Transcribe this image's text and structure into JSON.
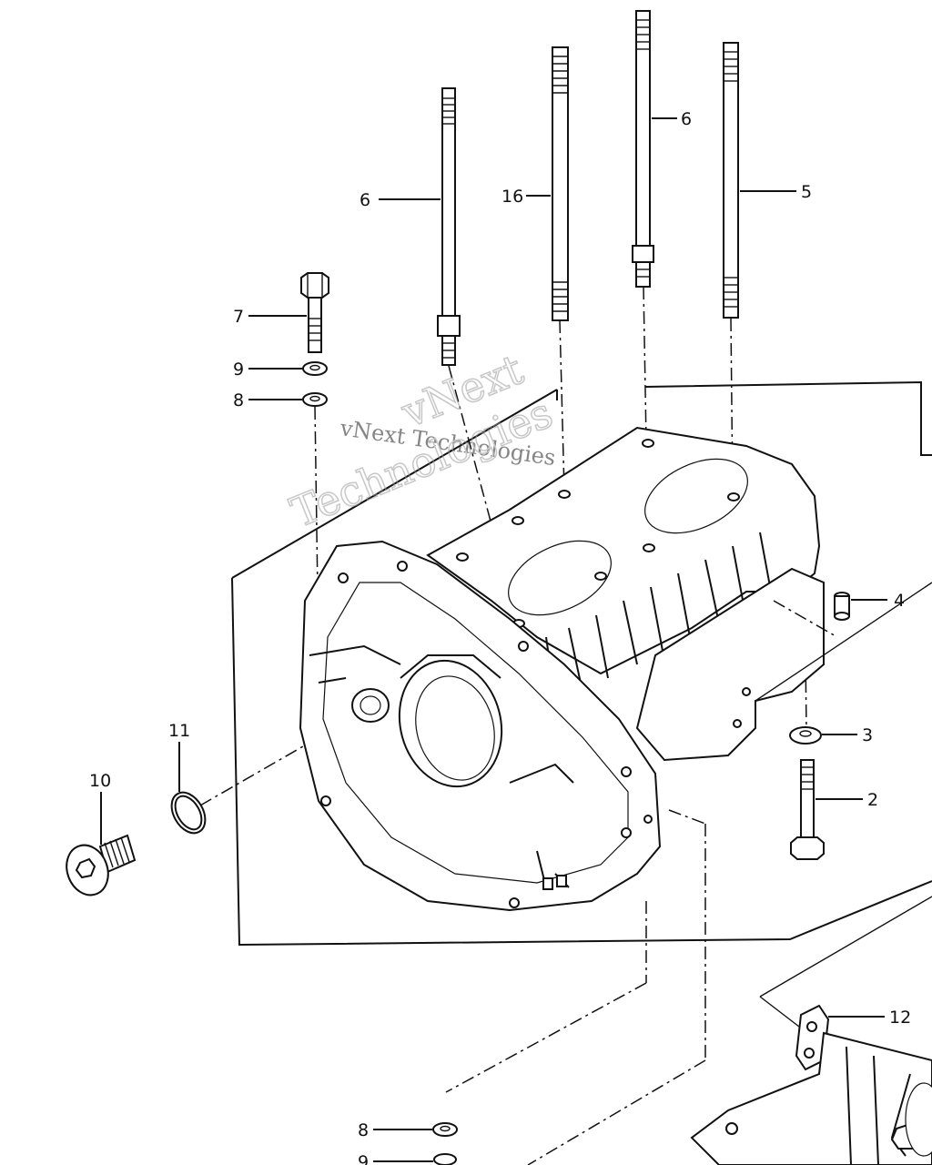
{
  "callouts": {
    "c6a": "6",
    "c16": "16",
    "c6b": "6",
    "c5": "5",
    "c7": "7",
    "c9a": "9",
    "c8a": "8",
    "c4": "4",
    "c3": "3",
    "c2": "2",
    "c11": "11",
    "c10": "10",
    "c12": "12",
    "c8b": "8",
    "c9b": "9"
  },
  "watermark": {
    "line1": "vNext Technologies",
    "line2": "vNext",
    "line3": "Technologies"
  },
  "colors": {
    "ink": "#111111",
    "watermark": "#b0b0b0"
  }
}
